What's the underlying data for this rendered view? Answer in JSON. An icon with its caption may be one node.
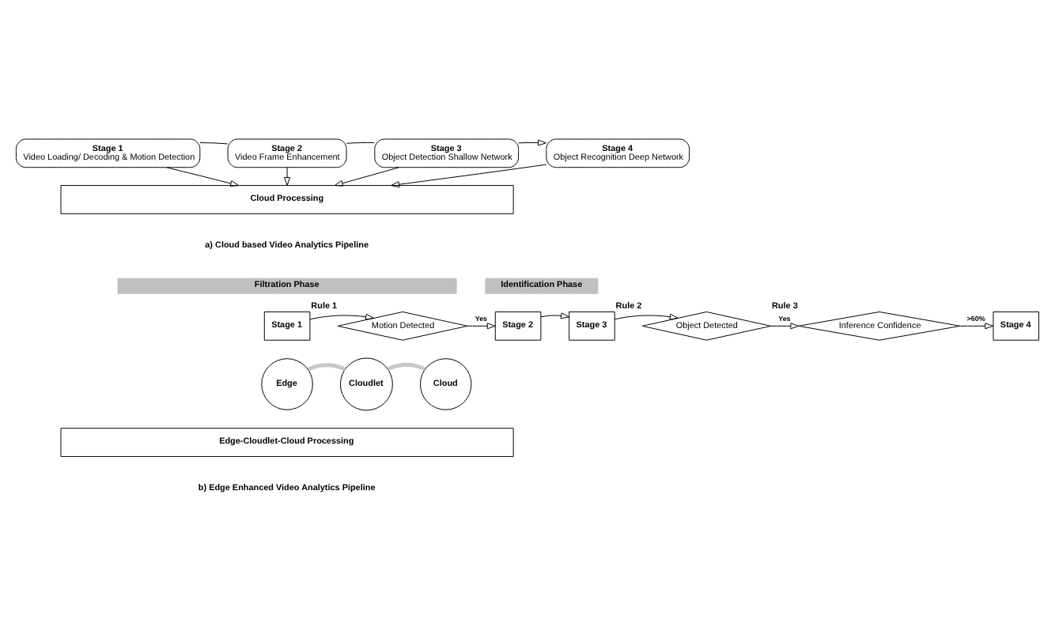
{
  "diagram": {
    "nodes": [
      {
        "text": [
          "Stage 1",
          "Video Loading/ Decoding & Motion Detection"
        ]
      },
      {
        "text": [
          "Stage 2",
          "Video Frame Enhancement"
        ]
      },
      {
        "text": [
          "Stage 3",
          "Object Detection Shallow Network"
        ]
      },
      {
        "text": [
          "Stage 4",
          "Object Recognition Deep Network"
        ]
      },
      {
        "text": [
          "Cloud Processing"
        ]
      },
      {
        "text": [
          "Filtration Phase"
        ]
      },
      {
        "text": [
          "Identification Phase"
        ]
      },
      {
        "text": [
          "Stage 1"
        ]
      },
      {
        "text": [
          "Motion Detected"
        ],
        "beside": [
          "Rule 1"
        ]
      },
      {
        "text": [
          "Stage 2"
        ]
      },
      {
        "text": [
          "Stage 3"
        ]
      },
      {
        "text": [
          "Object Detected"
        ],
        "beside": [
          "Rule 2"
        ]
      },
      {
        "text": [
          "Inference Confidence"
        ],
        "beside": [
          "Rule 3"
        ]
      },
      {
        "text": [
          "Stage 4"
        ]
      },
      {
        "text": [
          "Edge"
        ]
      },
      {
        "text": [
          "Cloudlet"
        ]
      },
      {
        "text": [
          "Cloud"
        ]
      },
      {
        "text": [
          "Edge-Cloudlet-Cloud Processing"
        ]
      }
    ],
    "edges": [
      {
        "from": 0,
        "to": 1,
        "arrow": "none"
      },
      {
        "from": 1,
        "to": 2,
        "arrow": "none"
      },
      {
        "from": 2,
        "to": 3,
        "arrow": "to"
      },
      {
        "from": 0,
        "to": 4,
        "arrow": "to"
      },
      {
        "from": 1,
        "to": 4,
        "arrow": "to"
      },
      {
        "from": 2,
        "to": 4,
        "arrow": "to"
      },
      {
        "from": 3,
        "to": 4,
        "arrow": "to"
      },
      {
        "from": 7,
        "to": 8,
        "arrow": "to"
      },
      {
        "from": 8,
        "to": 9,
        "arrow": "to",
        "label": "Yes"
      },
      {
        "from": 9,
        "to": 10,
        "arrow": "to"
      },
      {
        "from": 10,
        "to": 11,
        "arrow": "to"
      },
      {
        "from": 11,
        "to": 12,
        "arrow": "to",
        "label": "Yes"
      },
      {
        "from": 12,
        "to": 13,
        "arrow": "to",
        "label": ">60%"
      },
      {
        "from": 14,
        "to": 15,
        "arrow": "none",
        "style": "thick",
        "color": "#c8c8c8"
      },
      {
        "from": 15,
        "to": 16,
        "arrow": "none",
        "style": "thick",
        "color": "#c8c8c8"
      }
    ],
    "labels": [
      "a) Cloud based Video Analytics Pipeline",
      "b) Edge Enhanced Video Analytics Pipeline"
    ]
  }
}
